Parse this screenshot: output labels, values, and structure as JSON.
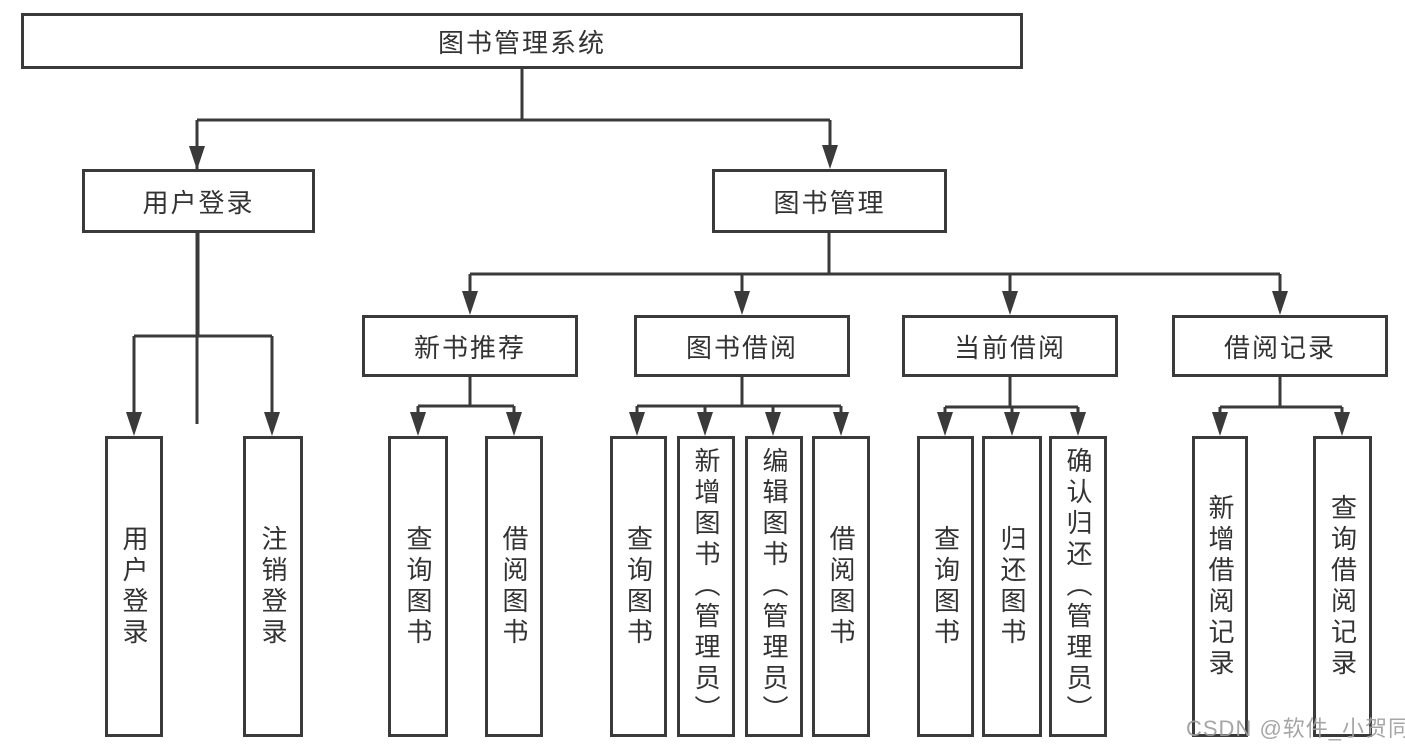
{
  "diagram": {
    "type": "hierarchy-tree",
    "root": {
      "label": "图书管理系统"
    },
    "level2": [
      {
        "label": "用户登录"
      },
      {
        "label": "图书管理"
      }
    ],
    "level3": [
      {
        "label": "新书推荐",
        "parent": "图书管理"
      },
      {
        "label": "图书借阅",
        "parent": "图书管理"
      },
      {
        "label": "当前借阅",
        "parent": "图书管理"
      },
      {
        "label": "借阅记录",
        "parent": "图书管理"
      }
    ],
    "leaves": [
      {
        "label": "用户登录",
        "parent": "用户登录"
      },
      {
        "label": "注销登录",
        "parent": "用户登录"
      },
      {
        "label": "查询图书",
        "parent": "新书推荐"
      },
      {
        "label": "借阅图书",
        "parent": "新书推荐"
      },
      {
        "label": "查询图书",
        "parent": "图书借阅"
      },
      {
        "label": "新增图书（管理员）",
        "parent": "图书借阅"
      },
      {
        "label": "编辑图书（管理员）",
        "parent": "图书借阅"
      },
      {
        "label": "借阅图书",
        "parent": "图书借阅"
      },
      {
        "label": "查询图书",
        "parent": "当前借阅"
      },
      {
        "label": "归还图书",
        "parent": "当前借阅"
      },
      {
        "label": "确认归还（管理员）",
        "parent": "当前借阅"
      },
      {
        "label": "新增借阅记录",
        "parent": "借阅记录"
      },
      {
        "label": "查询借阅记录",
        "parent": "借阅记录"
      }
    ]
  },
  "watermark": "CSDN @软件_小贺同学",
  "colors": {
    "line": "#3a3a3a",
    "box_border": "#3a3a3a",
    "text": "#333333",
    "watermark": "#9e9e9e",
    "background": "#ffffff"
  }
}
